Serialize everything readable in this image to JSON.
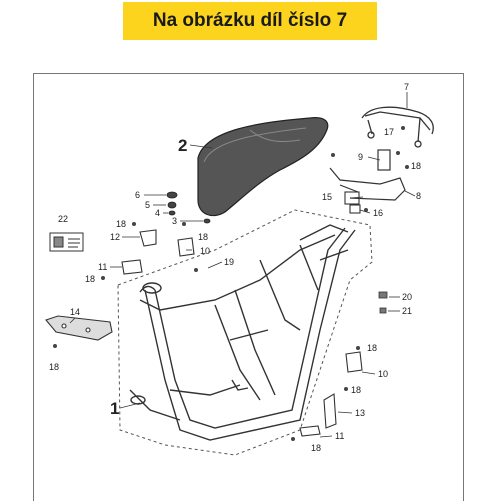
{
  "banner": {
    "text": "Na obrázku díl číslo 7"
  },
  "callouts": {
    "c1": "1",
    "c2": "2",
    "c3": "3",
    "c4": "4",
    "c5": "5",
    "c6": "6",
    "c7": "7",
    "c8": "8",
    "c9": "9",
    "c10a": "10",
    "c10b": "10",
    "c11a": "11",
    "c11b": "11",
    "c12": "12",
    "c13": "13",
    "c14": "14",
    "c15": "15",
    "c16": "16",
    "c17": "17",
    "c18a": "18",
    "c18b": "18",
    "c18c": "18",
    "c18d": "18",
    "c18e": "18",
    "c18f": "18",
    "c18g": "18",
    "c18h": "18",
    "c19": "19",
    "c20": "20",
    "c21": "21",
    "c22": "22"
  },
  "colors": {
    "banner_bg": "#fcd41e",
    "line": "#333333",
    "frame_border": "#777777"
  }
}
